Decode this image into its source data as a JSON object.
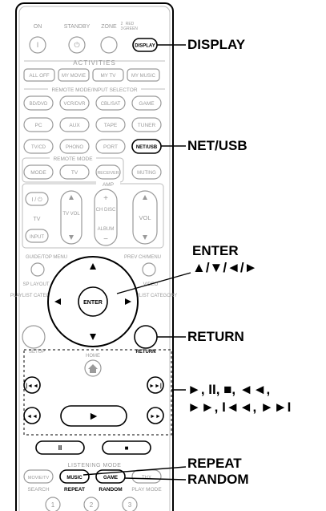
{
  "top_row": {
    "on": "ON",
    "standby": "STANDBY",
    "zone": "ZONE",
    "zone2": "2",
    "zone3": "3",
    "red": "RED",
    "green": "GREEN",
    "power": "I",
    "standby_symbol": "⏻",
    "display": "DISPLAY"
  },
  "activities": {
    "header": "ACTIVITIES",
    "buttons": [
      "ALL OFF",
      "MY MOVIE",
      "MY TV",
      "MY MUSIC"
    ]
  },
  "input_selector": {
    "header": "REMOTE MODE/INPUT SELECTOR",
    "row1": [
      "BD/DVD",
      "VCR/DVR",
      "CBL/SAT",
      "GAME"
    ],
    "row2": [
      "PC",
      "AUX",
      "TAPE",
      "TUNER"
    ],
    "row3": [
      "TV/CD",
      "PHONO",
      "PORT",
      "NET/USB"
    ]
  },
  "remote_mode": {
    "header": "REMOTE MODE",
    "buttons": [
      "MODE",
      "TV",
      "RECEIVER",
      "MUTING"
    ]
  },
  "amp": {
    "header": "AMP",
    "tv_power": "I / ⏻",
    "tv_label": "TV",
    "input": "INPUT",
    "tv_vol": "TV VOL",
    "ch_disc": "CH DISC",
    "album": "ALBUM",
    "vol": "VOL",
    "plus": "+",
    "minus": "−"
  },
  "navigation": {
    "guide": "GUIDE/TOP MENU",
    "prev_ch": "PREV CH/MENU",
    "sp_layout": "SP LAYOUT",
    "video": "VIDEO",
    "playlist_left": "PLAYLIST CATEGORY",
    "playlist_right": "PLAYLIST CATEGORY",
    "enter": "ENTER",
    "setup": "SETUP",
    "home": "HOME",
    "return": "RETURN"
  },
  "transport": {
    "prev": "|◄◄",
    "next": "►►|",
    "rew": "◄◄",
    "play": "►",
    "ff": "►►",
    "pause": "II",
    "stop": "■"
  },
  "listening": {
    "header": "LISTENING MODE",
    "buttons": [
      "MOVIE/TV",
      "MUSIC",
      "GAME",
      "THX"
    ],
    "labels": [
      "SEARCH",
      "REPEAT",
      "RANDOM",
      "PLAY MODE"
    ],
    "numbers": [
      "1",
      "2",
      "3"
    ]
  },
  "callouts": {
    "display": "DISPLAY",
    "net_usb": "NET/USB",
    "enter_line1": "ENTER",
    "enter_line2": "▲/▼/◄/►",
    "return": "RETURN",
    "transport_line1": "►, II, ■, ◄◄,",
    "transport_line2": "►►, I◄◄, ►►I",
    "repeat": "REPEAT",
    "random": "RANDOM"
  }
}
